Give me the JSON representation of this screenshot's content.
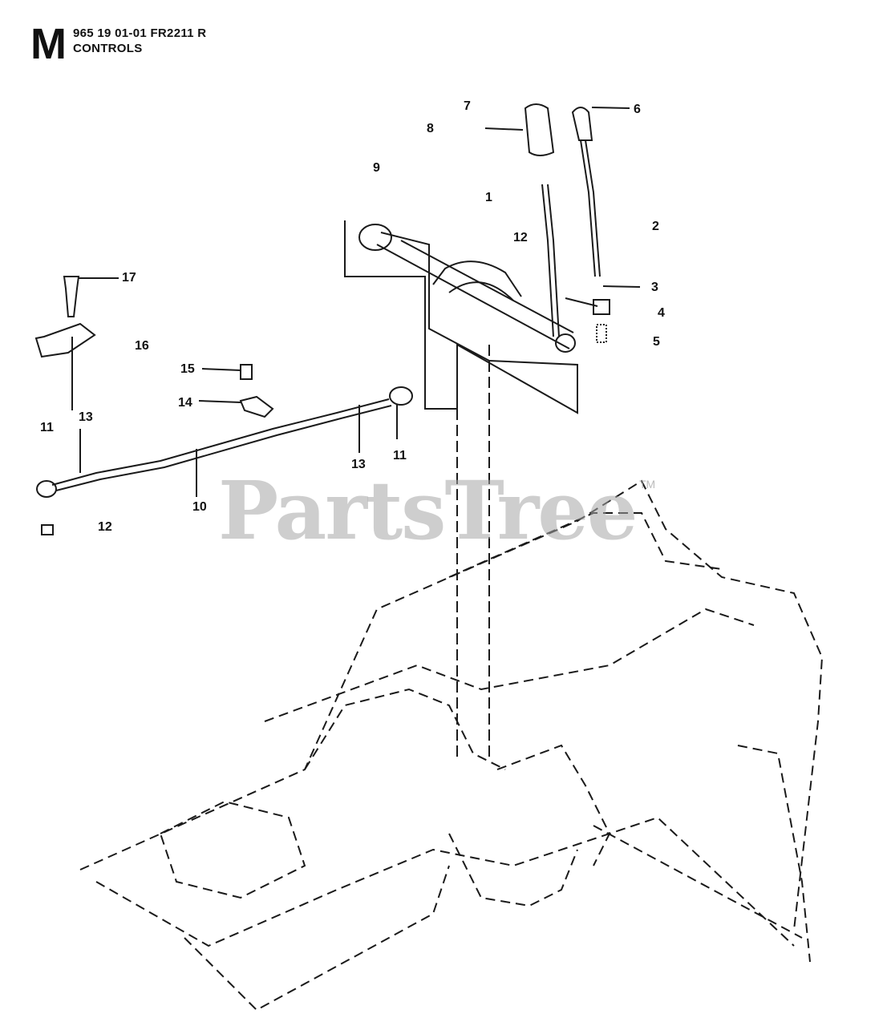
{
  "header": {
    "section_letter": "M",
    "line1": "965 19 01-01 FR2211 R",
    "line2": "CONTROLS"
  },
  "callouts": [
    "7",
    "6",
    "8",
    "9",
    "1",
    "12",
    "2",
    "3",
    "4",
    "5",
    "17",
    "16",
    "15",
    "14",
    "11",
    "13",
    "13",
    "11",
    "10",
    "12"
  ],
  "watermark": {
    "text": "PartsTree",
    "tm": "TM"
  },
  "colors": {
    "line": "#1a1a1a",
    "watermark": "#a5a5a5"
  }
}
